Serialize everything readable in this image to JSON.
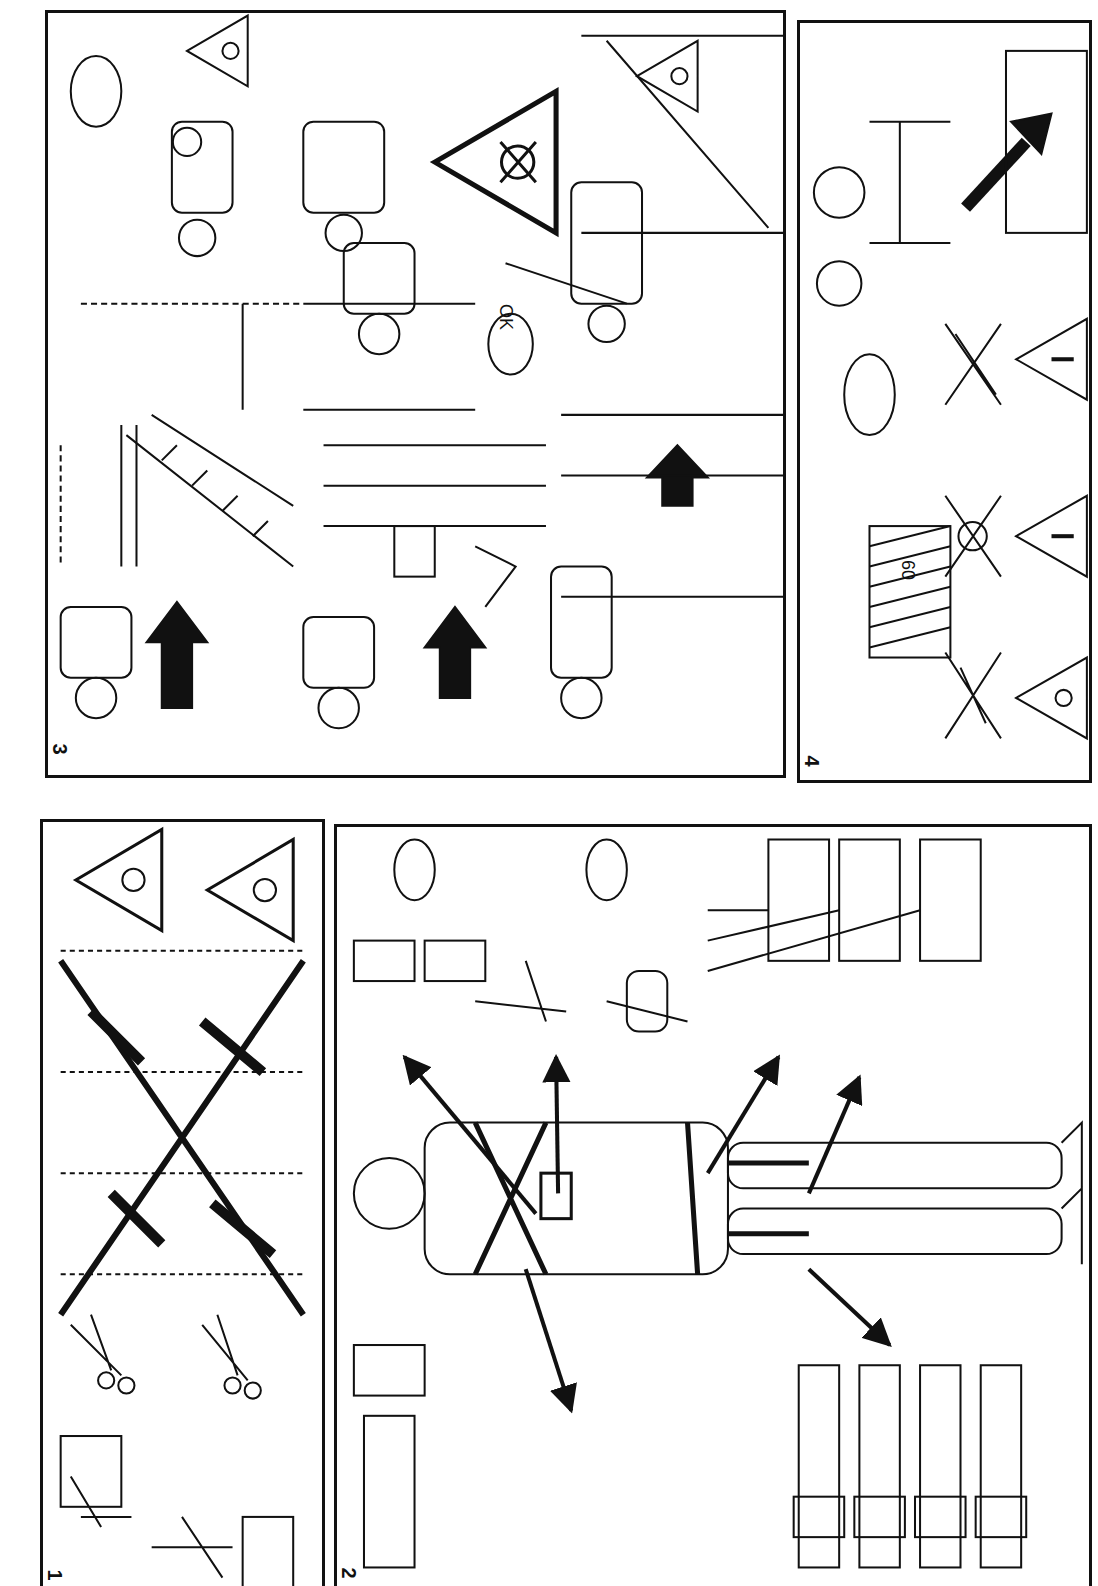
{
  "diagram": {
    "nodes": [
      {
        "text": [
          "1"
        ]
      },
      {
        "text": [
          "2"
        ]
      },
      {
        "text": [
          "3"
        ]
      },
      {
        "text": [
          "4"
        ]
      }
    ],
    "labels": [
      "OK",
      "60"
    ]
  }
}
